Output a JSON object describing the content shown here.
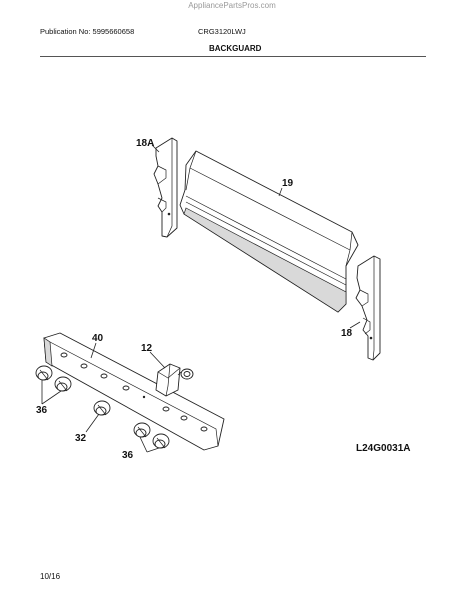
{
  "header": {
    "watermark": "AppliancePartsPros.com",
    "publication": "Publication No: 5995660658",
    "model": "CRG3120LWJ",
    "section_title": "BACKGUARD"
  },
  "diagram": {
    "callouts": {
      "c18a": "18A",
      "c19": "19",
      "c18": "18",
      "c40": "40",
      "c12": "12",
      "c36a": "36",
      "c32": "32",
      "c36b": "36"
    },
    "figure_code": "L24G0031A"
  },
  "footer": {
    "page": "10/16"
  }
}
